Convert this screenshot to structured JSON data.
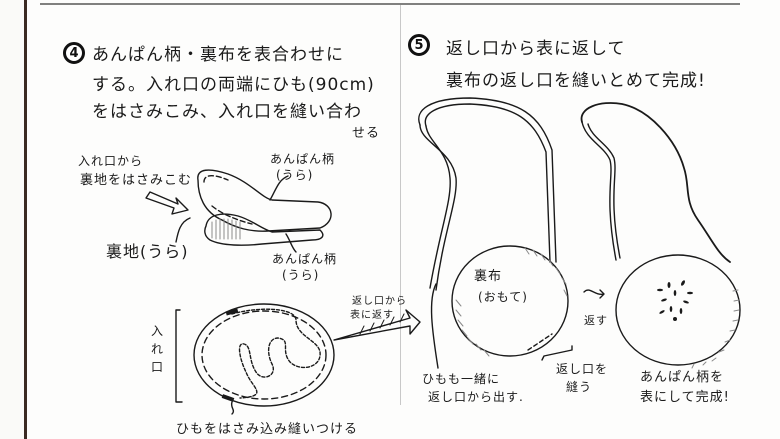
{
  "page": {
    "type": "hand-drawn sewing instruction sheet"
  },
  "step4": {
    "number": "4",
    "instruction_lines": [
      "あんぱん柄・裏布を表合わせに",
      "する。入れ口の両端にひも(90cm)",
      "をはさみこみ、入れ口を縫い合わ",
      "せる"
    ],
    "labels": {
      "insert_lining": [
        "入れ口から",
        "裏地をはさみこむ"
      ],
      "anpan_back_top": [
        "あんぱん柄",
        "(うら)"
      ],
      "lining_back": "裏地(うら)",
      "anpan_back_bottom": [
        "あんぱん柄",
        "(うら)"
      ],
      "opening_vertical": [
        "入",
        "れ",
        "口"
      ],
      "sew_strap_caption": "ひもをはさみ込み縫いつける",
      "arrow_turn": [
        "返し口から",
        "表に返す"
      ]
    }
  },
  "step5": {
    "number": "5",
    "instruction_lines": [
      "返し口から表に返して",
      "裏布の返し口を縫いとめて完成!"
    ],
    "labels": {
      "lining_front": [
        "裏布",
        "(おもて)"
      ],
      "strap_out": [
        "ひもも一緒に",
        "返し口から出す."
      ],
      "sew_opening": [
        "返し口を",
        "縫う"
      ],
      "flip": "返す",
      "done": [
        "あんぱん柄を",
        "表にして完成!"
      ]
    }
  },
  "colors": {
    "ink": "#1a1a1a",
    "paper": "#fdfdfc",
    "hatch": "#8a8a8a",
    "page_edge": "#3a2a22"
  }
}
